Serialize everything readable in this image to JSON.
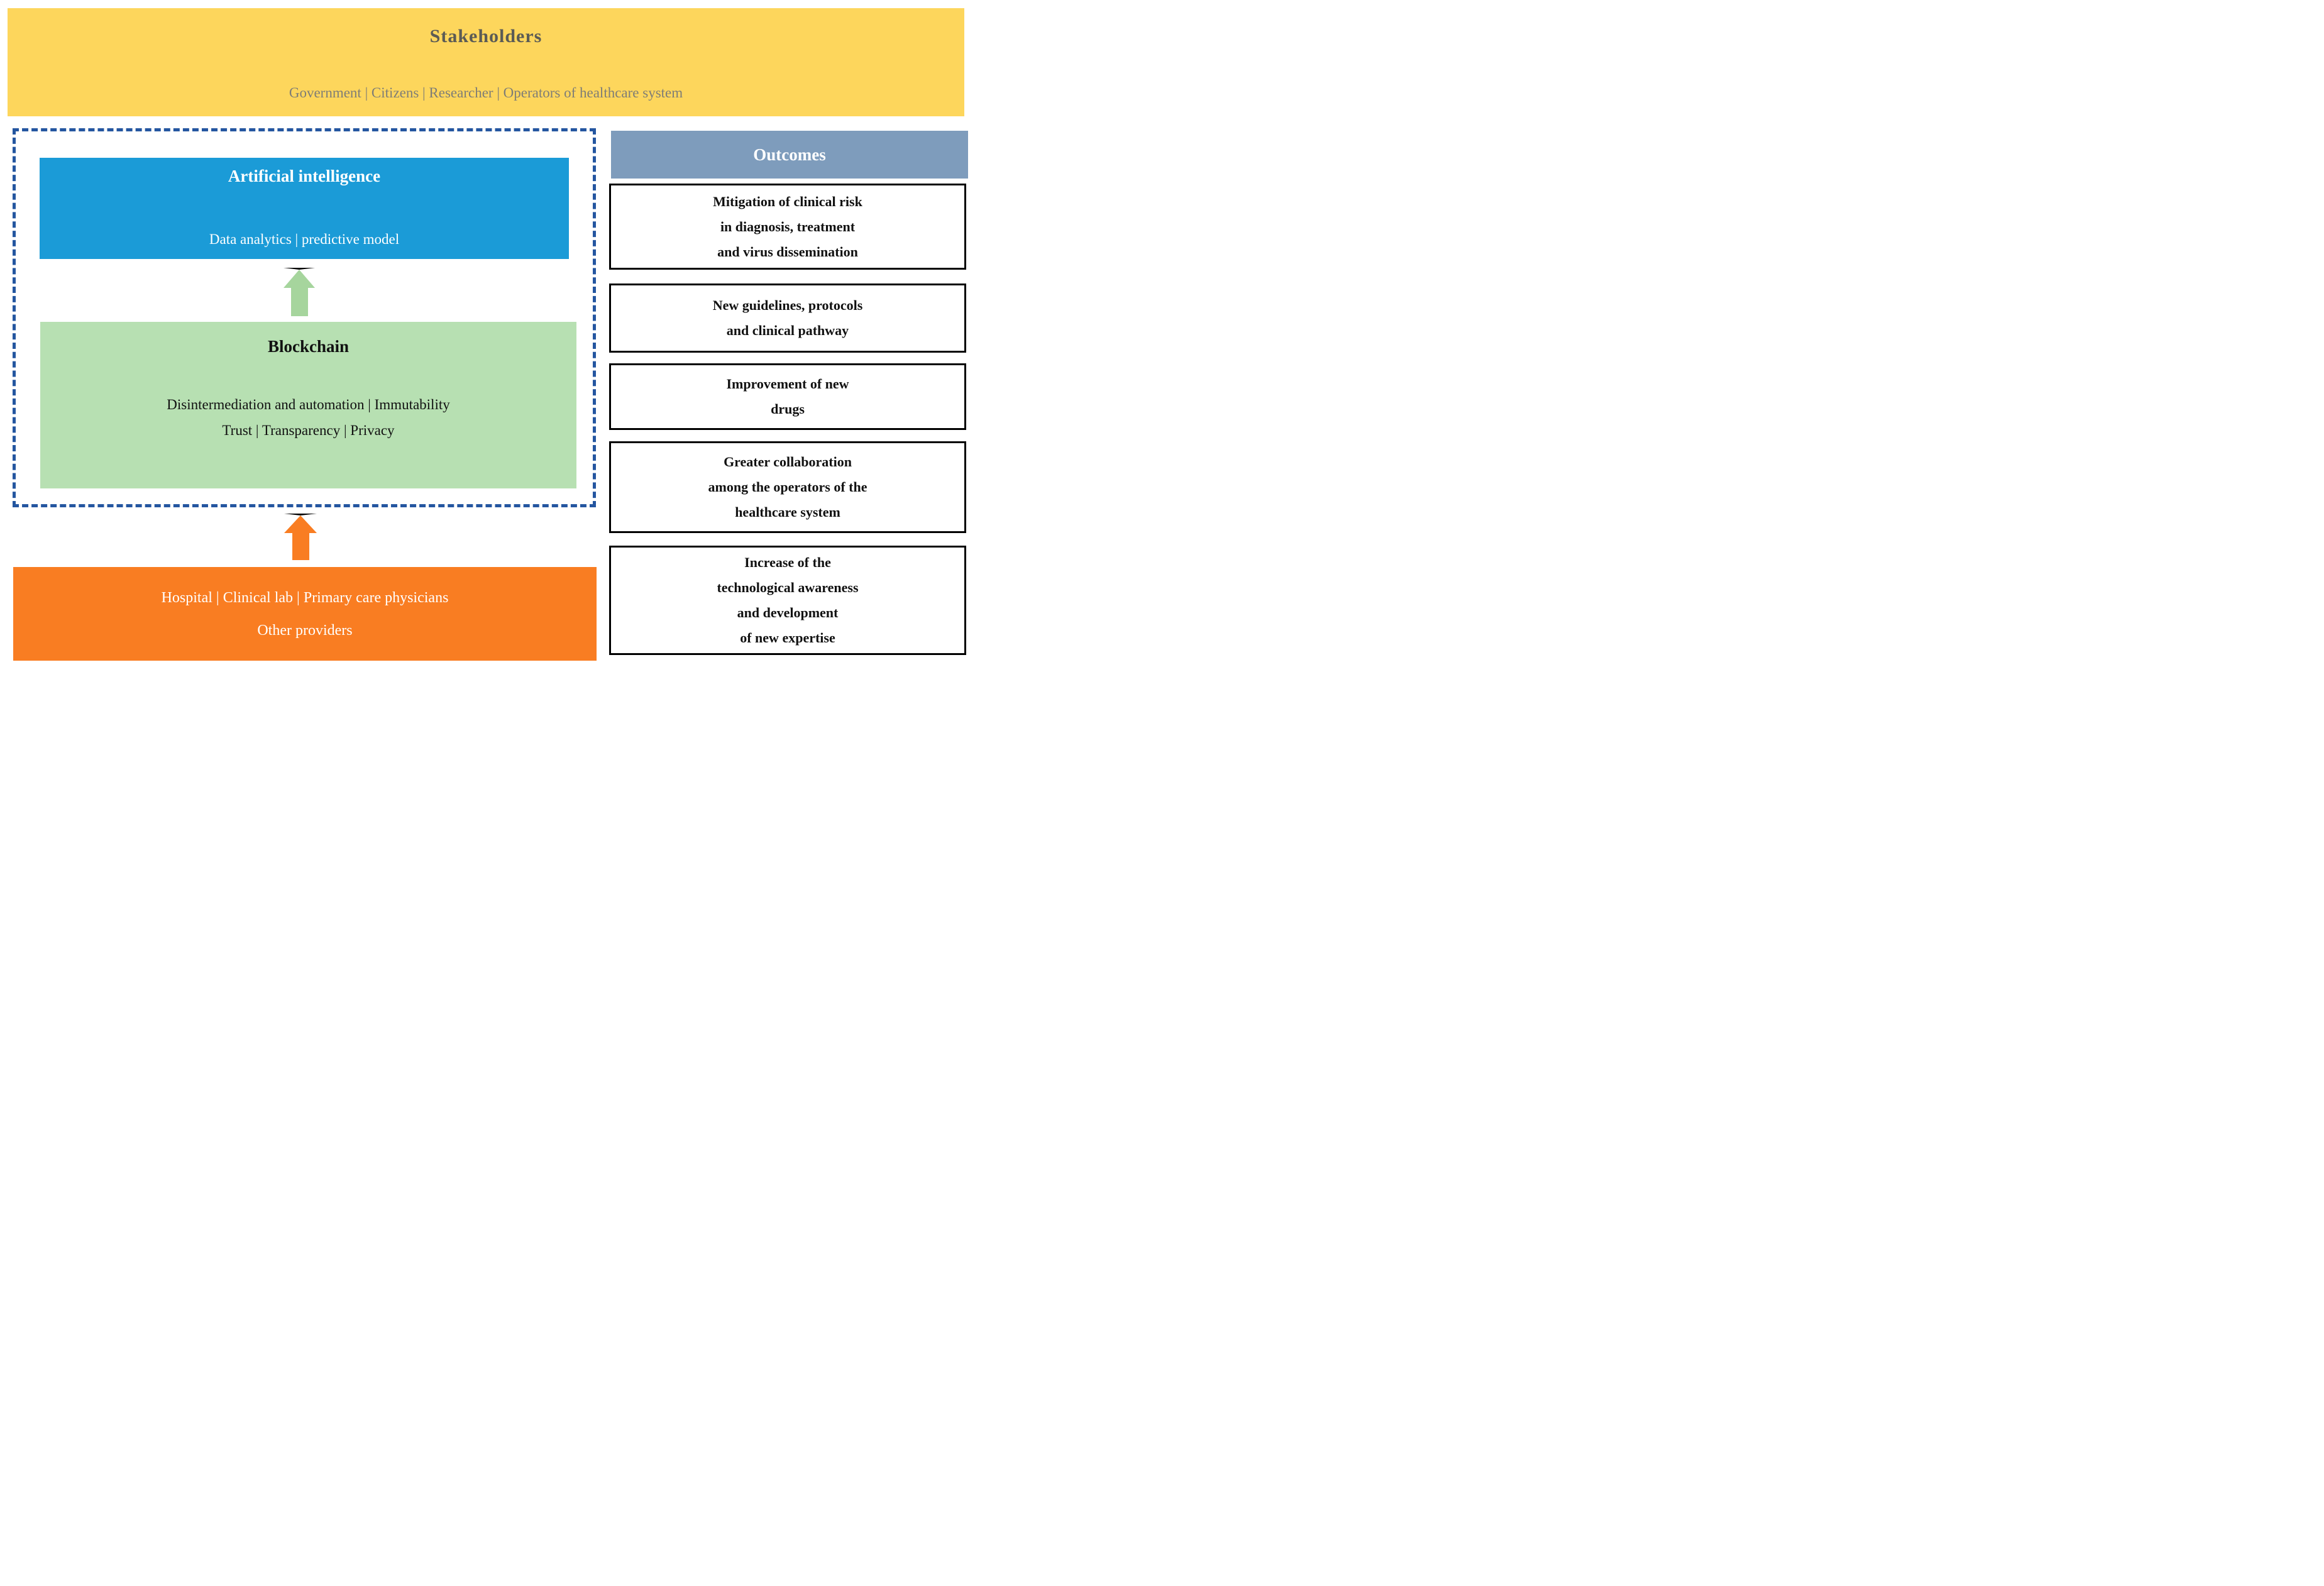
{
  "colors": {
    "banner_bg": "#FDD65C",
    "banner_title_text": "#5B5B55",
    "banner_subtitle_text": "#7E7D76",
    "ai_box_bg": "#1B9BD7",
    "blockchain_box_bg": "#B7E0B2",
    "green_arrow": "#A6D59D",
    "orange": "#F97D22",
    "outcomes_header_bg": "#7E9CBC",
    "dashed_border": "#2456A0",
    "outcome_box_border": "#000000"
  },
  "banner": {
    "title": "Stakeholders",
    "subtitle": "Government | Citizens | Researcher | Operators of healthcare system"
  },
  "ai_box": {
    "title": "Artificial intelligence",
    "subtitle": "Data analytics | predictive model"
  },
  "blockchain_box": {
    "title": "Blockchain",
    "details": "Disintermediation and automation | Immutability\nTrust | Transparency | Privacy"
  },
  "providers_box": {
    "line1": "Hospital | Clinical lab | Primary care physicians",
    "line2": "Other providers"
  },
  "outcomes": {
    "header": "Outcomes",
    "items": [
      {
        "text": "Mitigation of clinical risk\nin diagnosis, treatment\nand virus dissemination"
      },
      {
        "text": "New guidelines, protocols\nand clinical pathway"
      },
      {
        "text": "Improvement of new\ndrugs"
      },
      {
        "text": "Greater collaboration\namong the operators of the\nhealthcare system"
      },
      {
        "text": "Increase of the\ntechnological awareness\nand development\nof new expertise"
      }
    ]
  }
}
